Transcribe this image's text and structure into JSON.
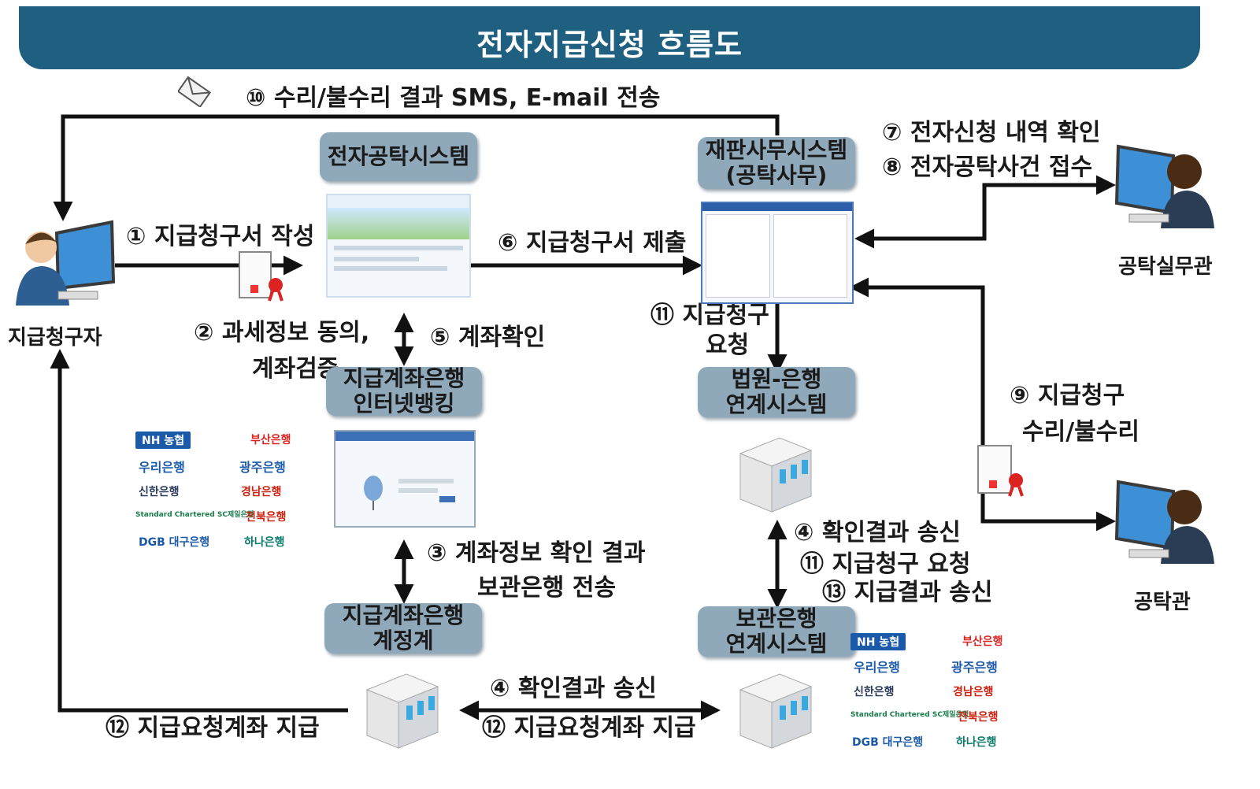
{
  "title": "전자지급신청 흐름도",
  "actors": {
    "claimant": "지급청구자",
    "officer": "공탁실무관",
    "judge": "공탁관"
  },
  "boxes": {
    "deposit_system": "전자공탁시스템",
    "court_affairs": [
      "재판사무시스템",
      "(공탁사무)"
    ],
    "internet_banking": [
      "지급계좌은행",
      "인터넷뱅킹"
    ],
    "court_bank_link": [
      "법원-은행",
      "연계시스템"
    ],
    "account_bank": [
      "지급계좌은행",
      "계정계"
    ],
    "custody_bank_link": [
      "보관은행",
      "연계시스템"
    ]
  },
  "steps": {
    "s1": "① 지급청구서 작성",
    "s2": [
      "② 과세정보 동의,",
      "계좌검증"
    ],
    "s3": [
      "③ 계좌정보 확인 결과",
      "보관은행 전송"
    ],
    "s4_right": "④ 확인결과 송신",
    "s4_bottom": "④ 확인결과 송신",
    "s5": "⑤ 계좌확인",
    "s6": "⑥  지급청구서 제출",
    "s7": "⑦ 전자신청 내역 확인",
    "s8": "⑧ 전자공탁사건 접수",
    "s9": [
      "⑨ 지급청구",
      "수리/불수리"
    ],
    "s10": "⑩  수리/불수리 결과 SMS, E-mail 전송",
    "s11a": [
      "⑪ 지급청구",
      "요청"
    ],
    "s11b": "⑪ 지급청구 요청",
    "s12_left": "⑫  지급요청계좌 지급",
    "s12_bottom": "⑫ 지급요청계좌 지급",
    "s13": "⑬ 지급결과 송신"
  },
  "banks": [
    "NH 농협",
    "부산은행",
    "우리은행",
    "광주은행",
    "신한은행",
    "경남은행",
    "Standard Chartered SC제일은행",
    "전북은행",
    "DGB 대구은행",
    "하나은행"
  ],
  "icons": [
    "envelope-icon",
    "person-computer-icon",
    "certificate-icon",
    "server-icon",
    "balloon-icon"
  ],
  "colors": {
    "banner": "#1f5f7f",
    "box": "#8fa9bb",
    "arrow": "#111111"
  }
}
